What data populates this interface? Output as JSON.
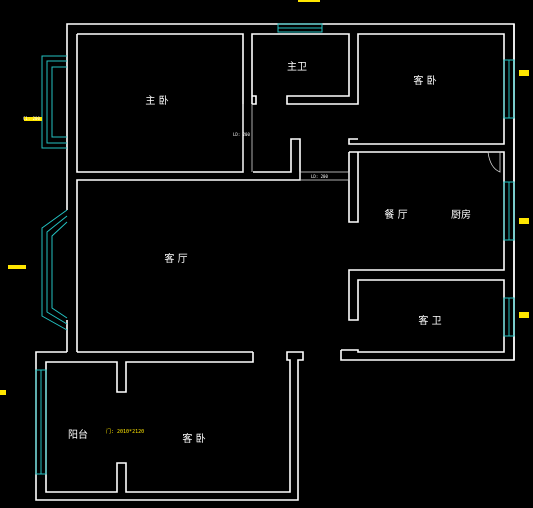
{
  "rooms": {
    "master_bedroom": "主 卧",
    "master_bath": "主卫",
    "bedroom_ne": "客 卧",
    "dining": "餐 厅",
    "kitchen": "厨房",
    "living_room": "客 厅",
    "guest_bath": "客 卫",
    "balcony": "阳台",
    "bedroom_sw": "客 卧"
  },
  "annotations": {
    "dim_upper": "LD: 200",
    "dim_middle": "LD: 200",
    "window_tag_left": "C1: 200",
    "door_tag": "门: 2010*2120"
  },
  "colors": {
    "background": "#000000",
    "walls": "#ffffff",
    "windows": "#23c2c2",
    "tag_markers": "#ffe600"
  }
}
